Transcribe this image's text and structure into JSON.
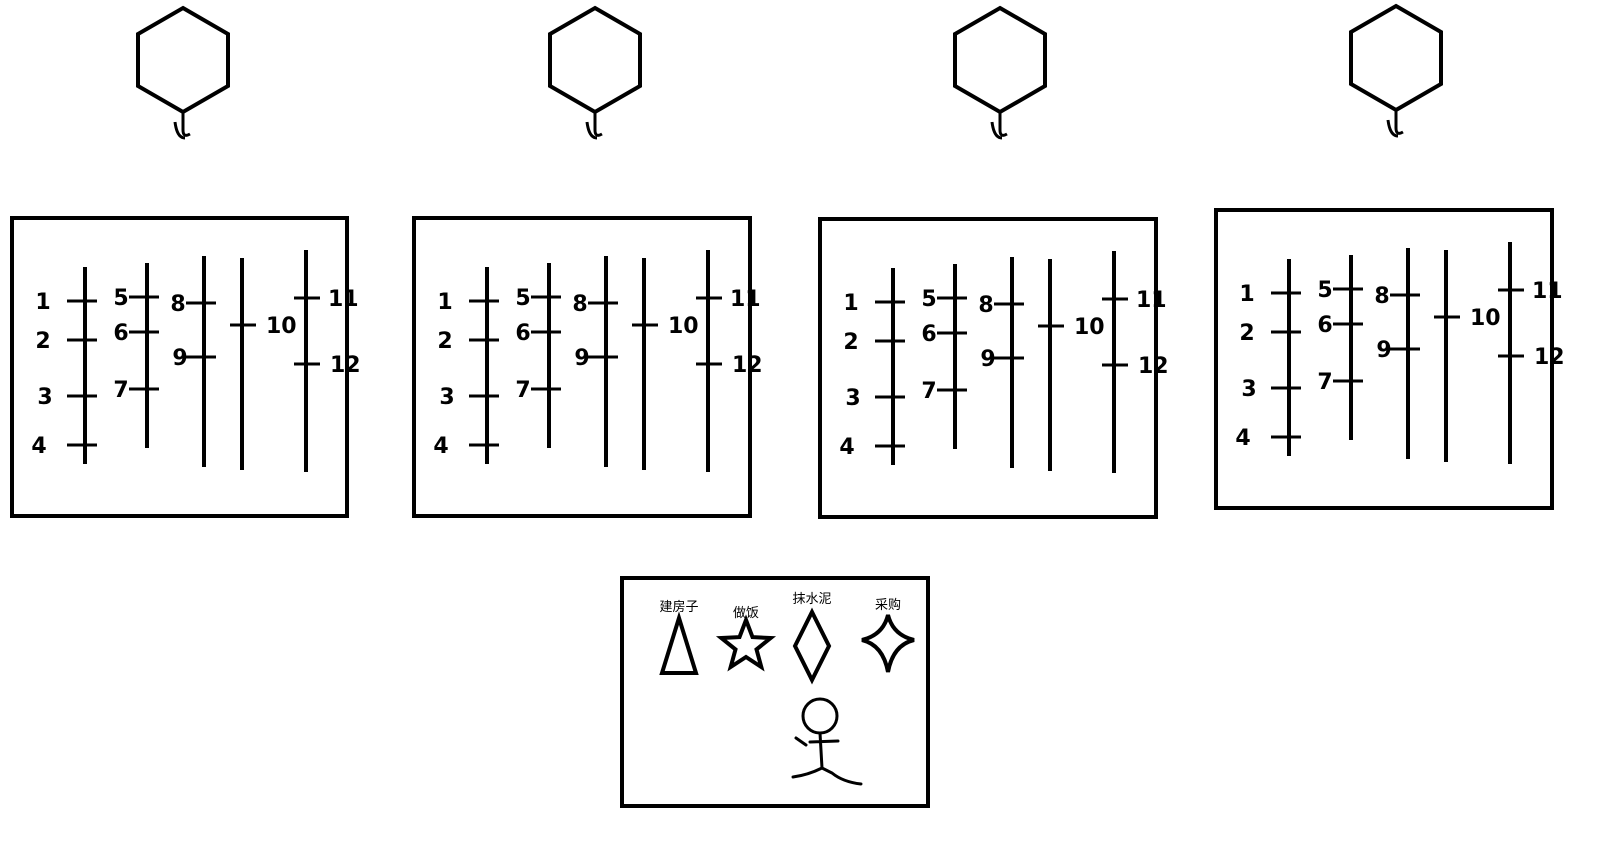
{
  "hexagon_count": 4,
  "panel_count": 4,
  "panels": [
    {
      "lines": [
        {
          "ticks": [
            "1",
            "2",
            "3",
            "4"
          ]
        },
        {
          "ticks": [
            "5",
            "6",
            "7"
          ]
        },
        {
          "ticks": [
            "8",
            "9"
          ]
        },
        {
          "ticks": [
            "10"
          ]
        },
        {
          "ticks": [
            "11",
            "12"
          ]
        }
      ]
    }
  ],
  "tasks": [
    {
      "label": "建房子",
      "shape": "triangle-icon"
    },
    {
      "label": "做饭",
      "shape": "star-icon"
    },
    {
      "label": "抹水泥",
      "shape": "diamond-icon"
    },
    {
      "label": "采购",
      "shape": "four-point-star-icon"
    }
  ],
  "figure": "stick-figure-icon",
  "stroke_color": "#000000",
  "background_color": "#ffffff"
}
